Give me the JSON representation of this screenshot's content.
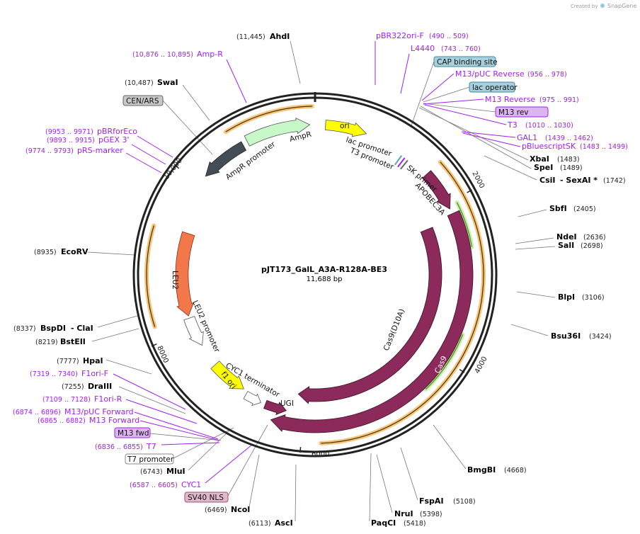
{
  "watermark": {
    "prefix": "Created by",
    "brand": "SnapGene"
  },
  "plasmid": {
    "name": "pJT173_GalL_A3A-R128A-BE3",
    "length": "11,688 bp"
  },
  "ticks": [
    "2000",
    "4000",
    "6000",
    "8000",
    "10,000"
  ],
  "colors": {
    "backbone": "#222222",
    "primer": "#a020f0",
    "cas9": "#8b2a5b",
    "ori": "#ffff00",
    "ampr": "#c8f7c8",
    "leu2": "#f2784b",
    "primer_bind": "#f7c57a",
    "green": "#5aa02c"
  },
  "enzymes": [
    {
      "name": "AhdI",
      "pos": "(11,445)"
    },
    {
      "name": "SwaI",
      "pos": "(10,487)"
    },
    {
      "name": "XbaI",
      "pos": "(1483)"
    },
    {
      "name": "SpeI",
      "pos": "(1489)"
    },
    {
      "name": "CsiI",
      "name2": "- SexAI *",
      "pos": "(1742)"
    },
    {
      "name": "SbfI",
      "pos": "(2405)"
    },
    {
      "name": "NdeI",
      "pos": "(2636)"
    },
    {
      "name": "SalI",
      "pos": "(2698)"
    },
    {
      "name": "BlpI",
      "pos": "(3106)"
    },
    {
      "name": "Bsu36I",
      "pos": "(3424)"
    },
    {
      "name": "BmgBI",
      "pos": "(4668)"
    },
    {
      "name": "FspAI",
      "pos": "(5108)"
    },
    {
      "name": "NruI",
      "pos": "(5398)"
    },
    {
      "name": "PaqCI",
      "pos": "(5418)"
    },
    {
      "name": "AscI",
      "pos": "(6113)"
    },
    {
      "name": "NcoI",
      "pos": "(6469)"
    },
    {
      "name": "MluI",
      "pos": "(6743)"
    },
    {
      "name": "DraIII",
      "pos": "(7255)"
    },
    {
      "name": "HpaI",
      "pos": "(7777)"
    },
    {
      "name": "BstEII",
      "pos": "(8219)"
    },
    {
      "name": "BspDI",
      "name2": "- ClaI",
      "pos": "(8337)"
    },
    {
      "name": "EcoRV",
      "pos": "(8935)"
    }
  ],
  "primers": [
    {
      "name": "Amp-R",
      "range": "(10,876 .. 10,895)"
    },
    {
      "name": "pBR322ori-F",
      "range": "(490 .. 509)"
    },
    {
      "name": "L4440",
      "range": "(743 .. 760)"
    },
    {
      "name": "M13/pUC Reverse",
      "range": "(956 .. 978)"
    },
    {
      "name": "M13 Reverse",
      "range": "(975 .. 991)"
    },
    {
      "name": "T3",
      "range": "(1010 .. 1030)"
    },
    {
      "name": "GAL1",
      "range": "(1439 .. 1462)"
    },
    {
      "name": "pBluescriptSK",
      "range": "(1483 .. 1499)"
    },
    {
      "name": "pBRforEco",
      "range": "(9953 .. 9971)"
    },
    {
      "name": "pGEX 3'",
      "range": "(9893 .. 9915)"
    },
    {
      "name": "pRS-marker",
      "range": "(9774 .. 9793)"
    },
    {
      "name": "F1ori-F",
      "range": "(7319 .. 7340)"
    },
    {
      "name": "F1ori-R",
      "range": "(7109 .. 7128)"
    },
    {
      "name": "M13/pUC Forward",
      "range": "(6874 .. 6896)"
    },
    {
      "name": "M13 Forward",
      "range": "(6865 .. 6882)"
    },
    {
      "name": "T7",
      "range": "(6836 .. 6855)"
    },
    {
      "name": "CYC1",
      "range": "(6587 .. 6605)"
    }
  ],
  "boxed_features": [
    {
      "name": "CAP binding site",
      "color": "#a8d0dc"
    },
    {
      "name": "lac operator",
      "color": "#a8d0dc"
    },
    {
      "name": "M13 rev",
      "color": "#dcb4f0"
    },
    {
      "name": "CEN/ARS",
      "color": "#c8c8c8"
    },
    {
      "name": "M13 fwd",
      "color": "#dcb4f0"
    },
    {
      "name": "T7 promoter",
      "color": "#ffffff"
    },
    {
      "name": "SV40 NLS",
      "color": "#e0b8cc"
    }
  ],
  "features": {
    "ori": "ori",
    "ampr": "AmpR",
    "ampr_promoter": "AmpR promoter",
    "lac_promoter": "lac promoter",
    "t3_promoter": "T3 promoter",
    "sk_primer": "SK primer",
    "apobec3a": "APOBEC3A",
    "cas9_d10a": "Cas9(D10A)",
    "cas9": "Cas9",
    "ugi": "UGI",
    "cyc1_terminator": "CYC1 terminator",
    "f1_ori": "f1 ori",
    "leu2": "LEU2",
    "leu2_promoter": "LEU2 promoter"
  }
}
